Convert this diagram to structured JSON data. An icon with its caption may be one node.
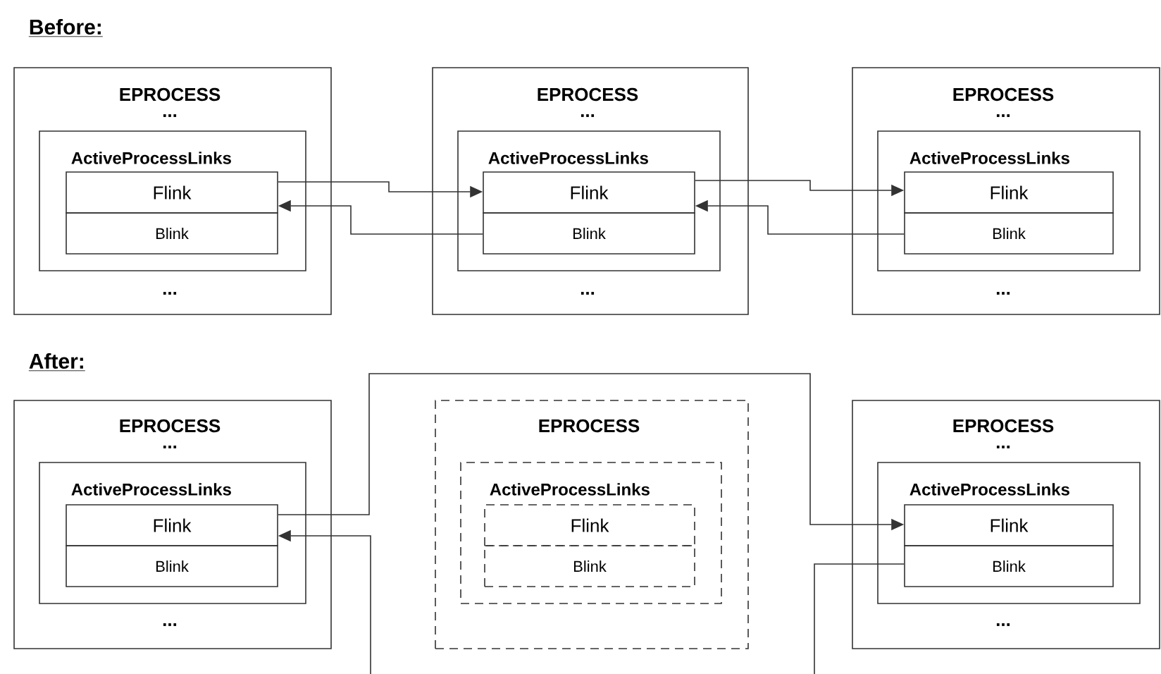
{
  "diagram": {
    "nodes": [
      {
        "text": [
          "EPROCESS",
          "...",
          "..."
        ]
      },
      {
        "text": [
          "ActiveProcessLinks"
        ],
        "in": 0
      },
      {
        "text": [
          "Flink"
        ],
        "in": 1
      },
      {
        "text": [
          "Blink"
        ],
        "in": 1
      },
      {
        "text": [
          "EPROCESS",
          "...",
          "..."
        ]
      },
      {
        "text": [
          "ActiveProcessLinks"
        ],
        "in": 4
      },
      {
        "text": [
          "Flink"
        ],
        "in": 5
      },
      {
        "text": [
          "Blink"
        ],
        "in": 5
      },
      {
        "text": [
          "EPROCESS",
          "...",
          "..."
        ]
      },
      {
        "text": [
          "ActiveProcessLinks"
        ],
        "in": 8
      },
      {
        "text": [
          "Flink"
        ],
        "in": 9
      },
      {
        "text": [
          "Blink"
        ],
        "in": 9
      },
      {
        "text": [
          "EPROCESS",
          "...",
          "..."
        ]
      },
      {
        "text": [
          "ActiveProcessLinks"
        ],
        "in": 12
      },
      {
        "text": [
          "Flink"
        ],
        "in": 13
      },
      {
        "text": [
          "Blink"
        ],
        "in": 13
      },
      {
        "text": [
          "EPROCESS"
        ]
      },
      {
        "text": [
          "ActiveProcessLinks"
        ],
        "in": 16
      },
      {
        "text": [
          "Flink"
        ],
        "in": 17
      },
      {
        "text": [
          "Blink"
        ],
        "in": 17
      },
      {
        "text": [
          "EPROCESS",
          "...",
          "..."
        ]
      },
      {
        "text": [
          "ActiveProcessLinks"
        ],
        "in": 20
      },
      {
        "text": [
          "Flink"
        ],
        "in": 21
      },
      {
        "text": [
          "Blink"
        ],
        "in": 21
      }
    ],
    "edges": [
      {
        "from": 2,
        "to": 6,
        "arrow": "to"
      },
      {
        "from": 7,
        "to": 2,
        "arrow": "to"
      },
      {
        "from": 6,
        "to": 10,
        "arrow": "to"
      },
      {
        "from": 11,
        "to": 6,
        "arrow": "to"
      },
      {
        "from": 14,
        "to": 22,
        "arrow": "to"
      },
      {
        "from": 23,
        "to": 14,
        "arrow": "to"
      }
    ],
    "labels": [
      "Before:",
      "After:"
    ]
  }
}
